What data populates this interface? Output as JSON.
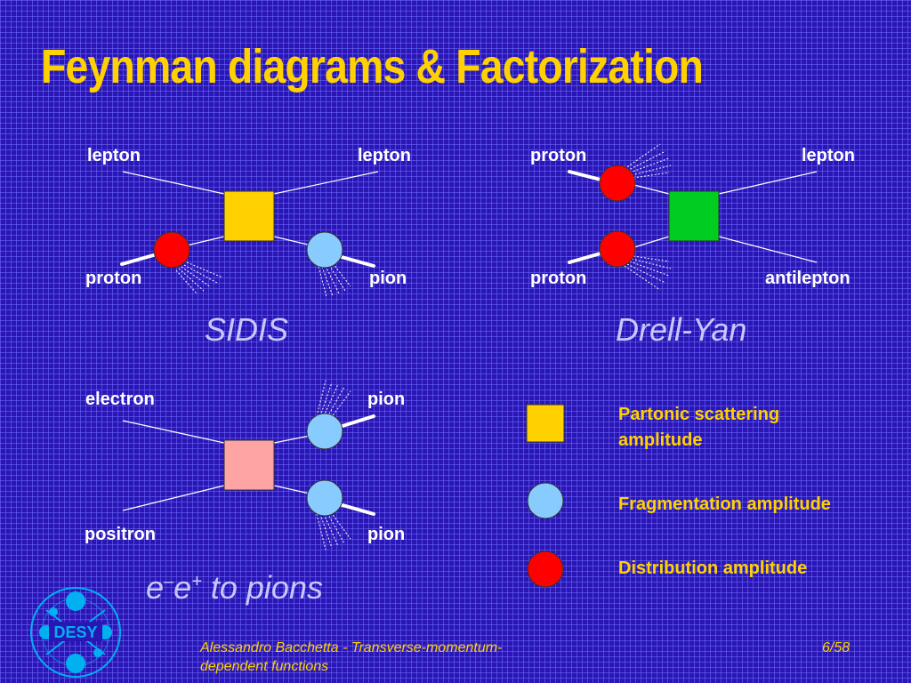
{
  "slide": {
    "title": "Feynman diagrams & Factorization",
    "page": "6/58"
  },
  "sidis": {
    "labels": {
      "top_left": "lepton",
      "top_right": "lepton",
      "bottom_left": "proton",
      "bottom_right": "pion"
    },
    "caption": "SIDIS",
    "box_color": "#ffd100"
  },
  "drell_yan": {
    "labels": {
      "top_left": "proton",
      "top_right": "lepton",
      "bottom_left": "proton",
      "bottom_right": "antilepton"
    },
    "caption": "Drell-Yan",
    "box_color": "#00cc22"
  },
  "ee": {
    "labels": {
      "top_left": "electron",
      "top_right": "pion",
      "bottom_left": "positron",
      "bottom_right": "pion"
    },
    "caption": {
      "e1": "e",
      "sup1": "–",
      "e2": "e",
      "sup2": "+",
      "rest": " to pions"
    },
    "box_color": "#ffa4a4"
  },
  "legend": {
    "partonic": "Partonic scattering amplitude",
    "fragmentation": "Fragmentation amplitude",
    "distribution": "Distribution amplitude"
  },
  "colors": {
    "distribution": "#ff0000",
    "fragmentation": "#88ccff",
    "title": "#ffd100"
  },
  "footer": {
    "line1": "Alessandro Bacchetta - Transverse-momentum-",
    "line2": "dependent functions"
  },
  "logo": {
    "text": "DESY"
  }
}
